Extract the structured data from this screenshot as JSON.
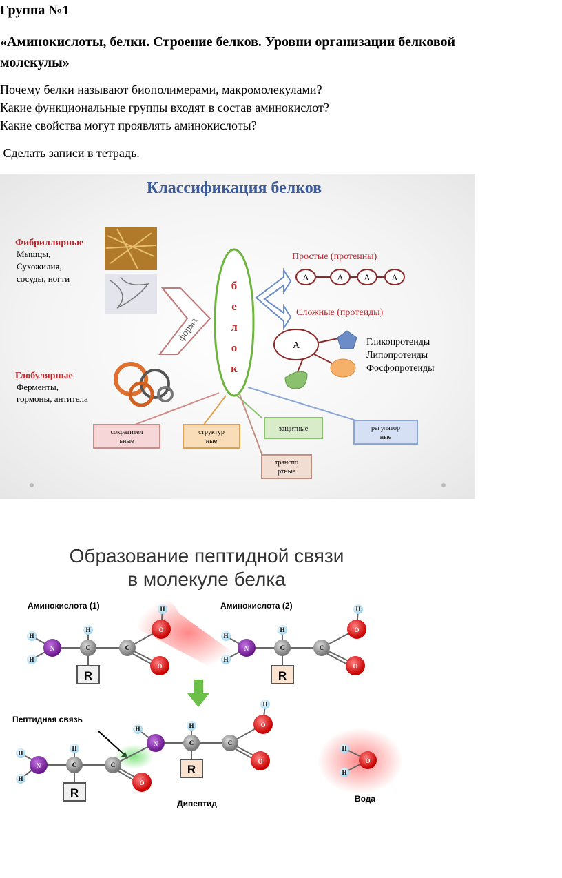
{
  "doc": {
    "group": "Группа №1",
    "title": "«Аминокислоты, белки. Строение белков. Уровни организации белковой молекулы»",
    "title_line1": "«Аминокислоты, белки. Строение белков. Уровни организации белковой",
    "title_line2": "молекулы»",
    "questions": [
      "Почему белки называют биополимерами, макромолекулами?",
      "Какие функциональные группы входят в состав аминокислот?",
      "Какие свойства могут проявлять аминокислоты?"
    ],
    "task": " Сделать записи в тетрадь."
  },
  "slide1": {
    "title": "Классификация белков",
    "fibrillar": {
      "heading": "Фибриллярные",
      "lines": [
        "Мышцы,",
        "Сухожилия,",
        "сосуды, ногти"
      ]
    },
    "globular": {
      "heading": "Глобулярные",
      "lines": [
        "Ферменты,",
        "гормоны, антитела"
      ]
    },
    "forma": "форма",
    "center_letters": [
      "б",
      "е",
      "л",
      "о",
      "к"
    ],
    "simple": "Простые (протеины)",
    "complex": "Сложные (протеиды)",
    "chain": [
      "А",
      "А",
      "А",
      "А"
    ],
    "complex_a": "А",
    "complex_types": [
      "Гликопротеиды",
      "Липопротеиды",
      "Фосфопротеиды"
    ],
    "functions": [
      {
        "l1": "сократител",
        "l2": "ьные"
      },
      {
        "l1": "структур",
        "l2": "ные"
      },
      {
        "l1": "защитные",
        "l2": ""
      },
      {
        "l1": "регулятор",
        "l2": "ные"
      },
      {
        "l1": "транспо",
        "l2": "ртные"
      }
    ]
  },
  "slide2": {
    "title1": "Образование пептидной связи",
    "title2": "в молекуле белка",
    "aa1": "Аминокислота (1)",
    "aa2": "Аминокислота (2)",
    "peptide_bond": "Пептидная связь",
    "dipeptide": "Дипептид",
    "water": "Вода",
    "atoms": {
      "H": "H",
      "N": "N",
      "C": "C",
      "O": "O",
      "R": "R"
    }
  }
}
